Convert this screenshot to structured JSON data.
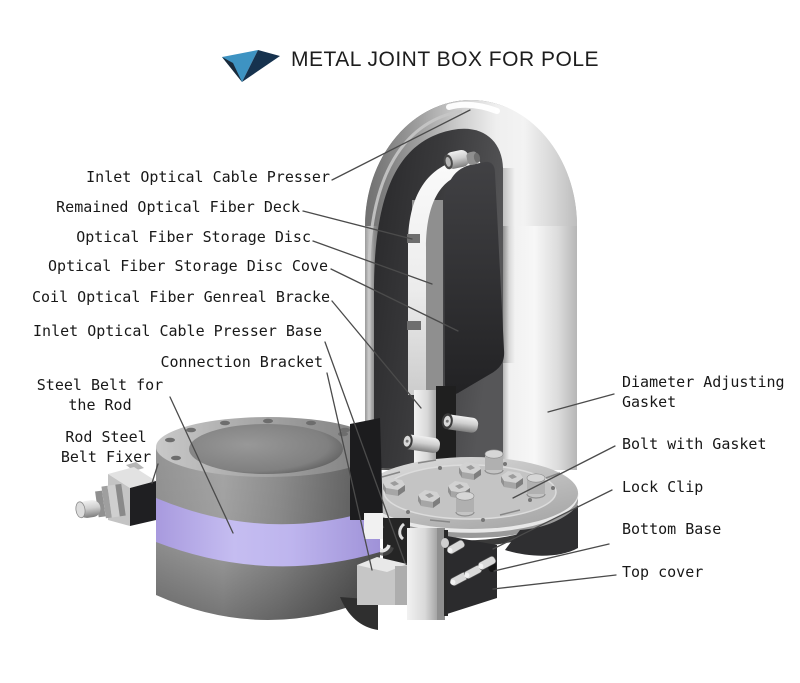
{
  "header": {
    "title": "METAL JOINT BOX FOR POLE"
  },
  "labels": {
    "left": [
      {
        "id": "inlet-optical-cable-presser",
        "text": "Inlet Optical Cable Presser"
      },
      {
        "id": "remained-optical-fiber-deck",
        "text": "Remained Optical Fiber Deck"
      },
      {
        "id": "optical-fiber-storage-disc",
        "text": "Optical Fiber Storage Disc"
      },
      {
        "id": "optical-fiber-storage-disc-cover",
        "text": "Optical Fiber Storage Disc Cove"
      },
      {
        "id": "coil-optical-fiber-general-bracket",
        "text": "Coil Optical Fiber Genreal Bracke"
      },
      {
        "id": "inlet-optical-cable-presser-base",
        "text": "Inlet Optical Cable Presser Base"
      },
      {
        "id": "connection-bracket",
        "text": "Connection Bracket"
      },
      {
        "id": "steel-belt-for-the-rod",
        "text": "Steel Belt for\nthe Rod"
      },
      {
        "id": "rod-steel-belt-fixer",
        "text": "Rod Steel\nBelt Fixer"
      }
    ],
    "right": [
      {
        "id": "diameter-adjusting-gasket",
        "text": "Diameter Adjusting\nGasket"
      },
      {
        "id": "bolt-with-gasket",
        "text": "Bolt with Gasket"
      },
      {
        "id": "lock-clip",
        "text": "Lock Clip"
      },
      {
        "id": "bottom-base",
        "text": "Bottom Base"
      },
      {
        "id": "top-cover",
        "text": "Top cover"
      }
    ]
  },
  "colors": {
    "background": "#ffffff",
    "label_text": "#181818",
    "leader_line": "#4b4b4b",
    "belt_purple": "#b9b0ea",
    "logo_light_blue": "#3e93c2",
    "logo_dark_navy": "#16324e",
    "dome_metal_light": "#f2f2f2",
    "bracket_metal_dark": "#2b2b2d"
  }
}
